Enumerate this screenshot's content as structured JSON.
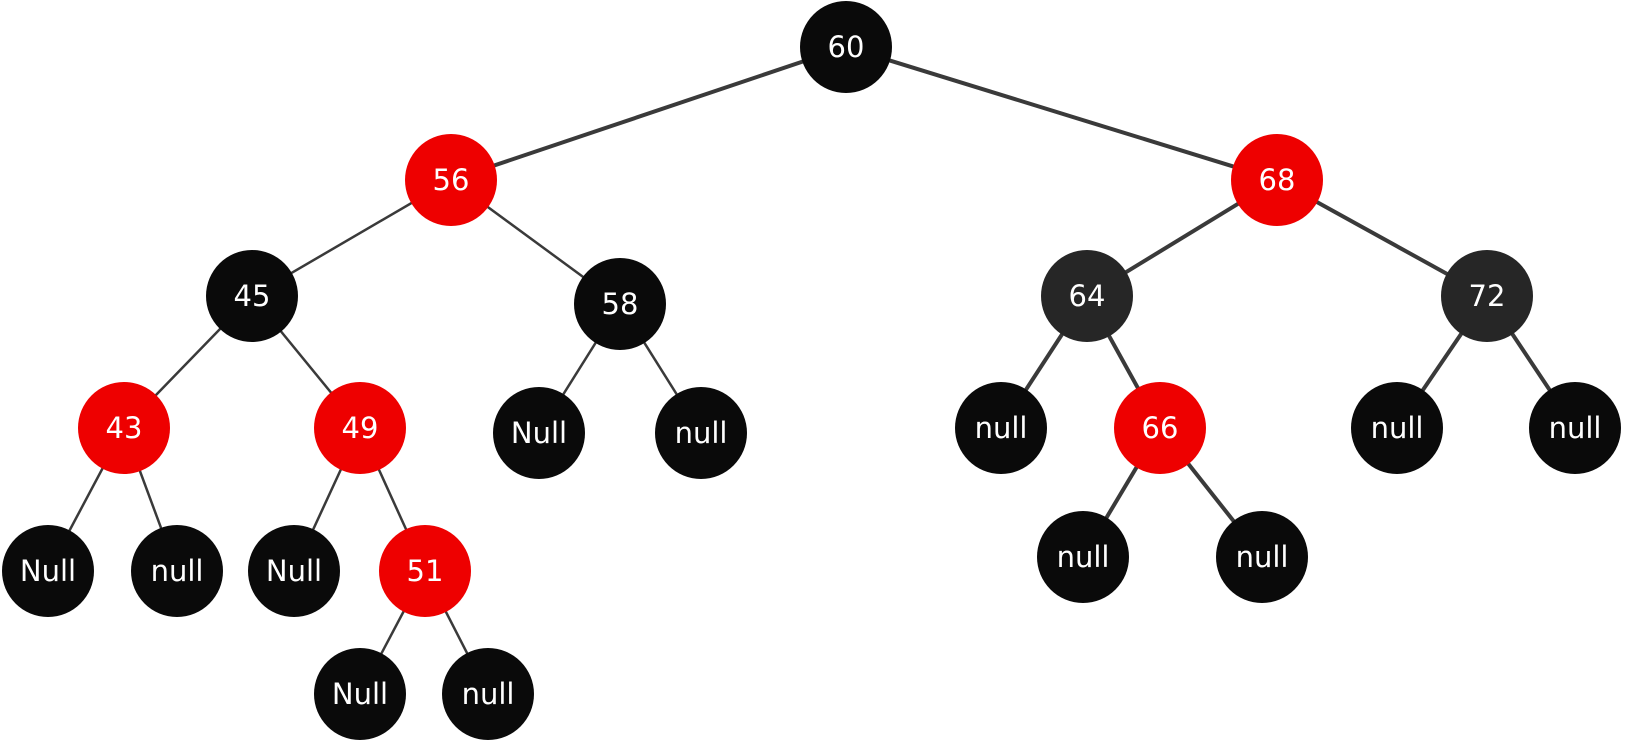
{
  "colors": {
    "red": "#ee0000",
    "black": "#0a0a0a",
    "dark_gray": "#262626",
    "edge": "#3a3a3a",
    "text": "#ffffff",
    "background": "#ffffff"
  },
  "nodes": [
    {
      "id": "n60",
      "label": "60",
      "color": "black"
    },
    {
      "id": "n56",
      "label": "56",
      "color": "red"
    },
    {
      "id": "n68",
      "label": "68",
      "color": "red"
    },
    {
      "id": "n45",
      "label": "45",
      "color": "black"
    },
    {
      "id": "n58",
      "label": "58",
      "color": "black"
    },
    {
      "id": "n64",
      "label": "64",
      "color": "dark_gray"
    },
    {
      "id": "n72",
      "label": "72",
      "color": "dark_gray"
    },
    {
      "id": "n43",
      "label": "43",
      "color": "red"
    },
    {
      "id": "n49",
      "label": "49",
      "color": "red"
    },
    {
      "id": "n58L",
      "label": "Null",
      "color": "black"
    },
    {
      "id": "n58R",
      "label": "null",
      "color": "black"
    },
    {
      "id": "n64L",
      "label": "null",
      "color": "black"
    },
    {
      "id": "n66",
      "label": "66",
      "color": "red"
    },
    {
      "id": "n72L",
      "label": "null",
      "color": "black"
    },
    {
      "id": "n72R",
      "label": "null",
      "color": "black"
    },
    {
      "id": "n43L",
      "label": "Null",
      "color": "black"
    },
    {
      "id": "n43R",
      "label": "null",
      "color": "black"
    },
    {
      "id": "n49L",
      "label": "Null",
      "color": "black"
    },
    {
      "id": "n51",
      "label": "51",
      "color": "red"
    },
    {
      "id": "n66L",
      "label": "null",
      "color": "black"
    },
    {
      "id": "n66R",
      "label": "null",
      "color": "black"
    },
    {
      "id": "n51L",
      "label": "Null",
      "color": "black"
    },
    {
      "id": "n51R",
      "label": "null",
      "color": "black"
    }
  ],
  "edges": [
    [
      "n60",
      "n56"
    ],
    [
      "n60",
      "n68"
    ],
    [
      "n56",
      "n45"
    ],
    [
      "n56",
      "n58"
    ],
    [
      "n68",
      "n64"
    ],
    [
      "n68",
      "n72"
    ],
    [
      "n45",
      "n43"
    ],
    [
      "n45",
      "n49"
    ],
    [
      "n58",
      "n58L"
    ],
    [
      "n58",
      "n58R"
    ],
    [
      "n64",
      "n64L"
    ],
    [
      "n64",
      "n66"
    ],
    [
      "n72",
      "n72L"
    ],
    [
      "n72",
      "n72R"
    ],
    [
      "n43",
      "n43L"
    ],
    [
      "n43",
      "n43R"
    ],
    [
      "n49",
      "n49L"
    ],
    [
      "n49",
      "n51"
    ],
    [
      "n66",
      "n66L"
    ],
    [
      "n66",
      "n66R"
    ],
    [
      "n51",
      "n51L"
    ],
    [
      "n51",
      "n51R"
    ]
  ]
}
